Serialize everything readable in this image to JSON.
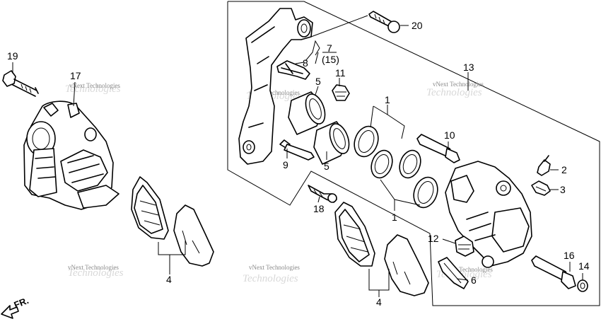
{
  "callouts": {
    "c1a": "1",
    "c1b": "1",
    "c2": "2",
    "c3": "3",
    "c4a": "4",
    "c4b": "4",
    "c5a": "5",
    "c5b": "5",
    "c6": "6",
    "c7": "7",
    "c7alt": "(15)",
    "c8": "8",
    "c9": "9",
    "c10": "10",
    "c11": "11",
    "c12": "12",
    "c13": "13",
    "c14": "14",
    "c16": "16",
    "c17": "17",
    "c18": "18",
    "c19": "19",
    "c20": "20"
  },
  "direction_label": "FR.",
  "watermark": {
    "text": "vNext Technologies",
    "shadow": "Technologies"
  }
}
